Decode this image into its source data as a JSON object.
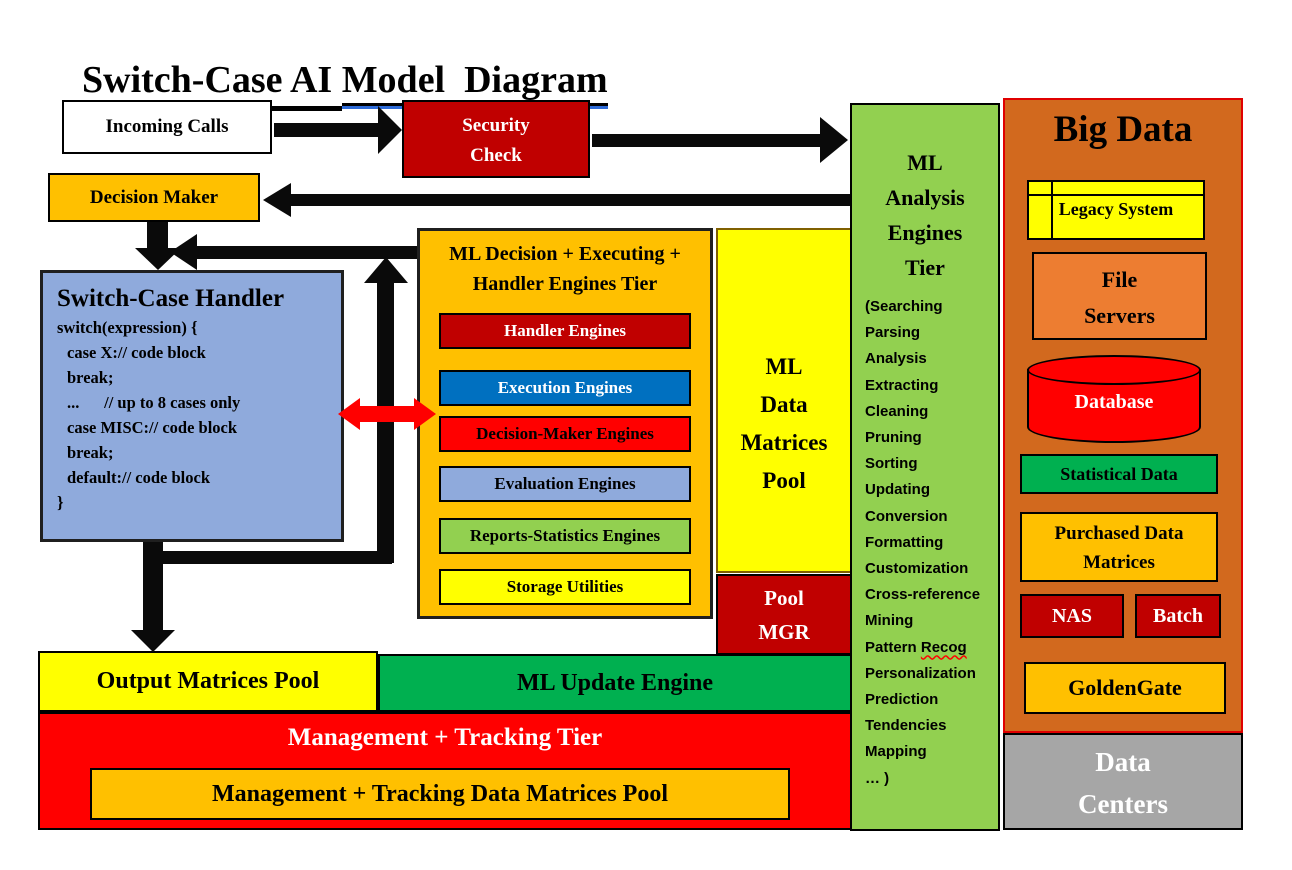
{
  "title": {
    "part1": "Switch-Case AI ",
    "part2": "Model  Diagram"
  },
  "colors": {
    "gold": "#FFC000",
    "dark_red": "#C00000",
    "red": "#FF0000",
    "blue": "#0070C0",
    "light_blue": "#8FAADC",
    "light_green": "#92D050",
    "green": "#00B050",
    "yellow": "#FFFF00",
    "big_data_orange": "#D2691E",
    "file_server_orange": "#ED7D31",
    "gray": "#A6A6A6"
  },
  "flow": {
    "incoming_calls": "Incoming Calls",
    "security_check_line1": "Security",
    "security_check_line2": "Check",
    "decision_maker": "Decision Maker"
  },
  "handler": {
    "title": "Switch-Case Handler",
    "code": [
      "switch(expression) {",
      "case X:// code block",
      "break;",
      "...      // up to 8 cases only",
      "case MISC:// code block",
      "break;",
      "default:// code block",
      "}"
    ]
  },
  "engines_tier": {
    "title_line1": "ML Decision + Executing +",
    "title_line2": "Handler Engines Tier",
    "engines": [
      {
        "label": "Handler Engines"
      },
      {
        "label": "Execution Engines"
      },
      {
        "label": "Decision-Maker Engines"
      },
      {
        "label": "Evaluation Engines"
      },
      {
        "label": "Reports-Statistics Engines"
      },
      {
        "label": "Storage Utilities"
      }
    ]
  },
  "ml_data_pool": {
    "line1": "ML",
    "line2": "Data",
    "line3": "Matrices",
    "line4": "Pool"
  },
  "pool_mgr": {
    "line1": "Pool",
    "line2": "MGR"
  },
  "analysis_tier": {
    "title_line1": "ML",
    "title_line2": "Analysis",
    "title_line3": "Engines",
    "title_line4": "Tier",
    "items_before": [
      "(Searching",
      "Parsing",
      "Analysis",
      "Extracting",
      "Cleaning",
      "Pruning",
      "Sorting",
      "Updating",
      "Conversion",
      "Formatting",
      "Customization",
      "Cross-reference",
      "Mining"
    ],
    "pattern_item": {
      "prefix": "Pattern ",
      "wavy_word": "Recog"
    },
    "items_after": [
      "Personalization",
      "Prediction",
      "Tendencies",
      "Mapping",
      "… )"
    ]
  },
  "big_data": {
    "title": "Big Data",
    "legacy_system": "Legacy System",
    "file_servers_line1": "File",
    "file_servers_line2": "Servers",
    "database": "Database",
    "statistical_data": "Statistical Data",
    "purchased_line1": "Purchased Data",
    "purchased_line2": "Matrices",
    "nas": "NAS",
    "batch": "Batch",
    "goldengate": "GoldenGate"
  },
  "data_centers": {
    "line1": "Data",
    "line2": "Centers"
  },
  "bottom": {
    "output_pool": "Output Matrices Pool",
    "ml_update": "ML Update Engine",
    "mgmt_tier": "Management + Tracking Tier",
    "mgmt_pool": "Management + Tracking Data Matrices Pool"
  }
}
